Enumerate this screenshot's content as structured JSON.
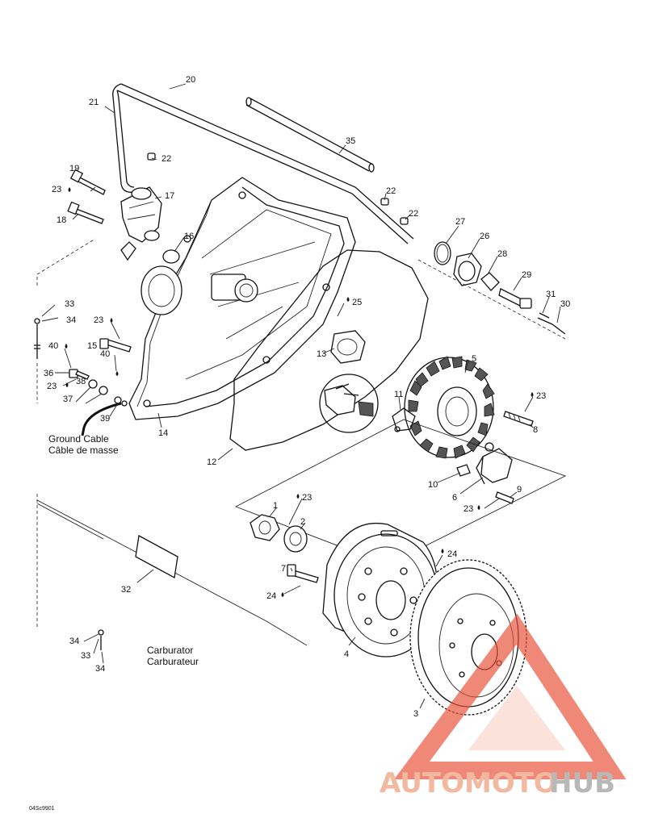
{
  "labels": {
    "n20": "20",
    "n21": "21",
    "n35": "35",
    "n22a": "22",
    "n19": "19",
    "n23a": "23",
    "n17": "17",
    "n18": "18",
    "n16": "16",
    "n22b": "22",
    "n22c": "22",
    "n27": "27",
    "n26": "26",
    "n28": "28",
    "n29": "29",
    "n31": "31",
    "n30": "30",
    "n33a": "33",
    "n34a": "34",
    "n25": "25",
    "n23b": "23",
    "n15": "15",
    "n13": "13",
    "n5": "5",
    "n40a": "40",
    "n36": "36",
    "n23c": "23",
    "n40b": "40",
    "n38": "38",
    "n37": "37",
    "n39": "39",
    "n14": "14",
    "n11": "11",
    "n23d": "23",
    "n8": "8",
    "n12": "12",
    "n10": "10",
    "n6": "6",
    "n9": "9",
    "n23e": "23",
    "n1": "1",
    "n23f": "23",
    "n2": "2",
    "n24a": "24",
    "n7": "7",
    "n24b": "24",
    "n32": "32",
    "n4": "4",
    "n34b": "34",
    "n33b": "33",
    "n34c": "34",
    "n3": "3"
  },
  "captions": {
    "ground_en": "Ground Cable",
    "ground_fr": "Câble de masse",
    "carb_en": "Carburator",
    "carb_fr": "Carburateur",
    "code": "04Sc9901"
  },
  "watermark": {
    "text_a": "AUTOMOTO",
    "text_b": "HUB",
    "color_a": "#f2b8a0",
    "color_b": "#b8b8b8",
    "triangle_color": "#e8503a"
  }
}
